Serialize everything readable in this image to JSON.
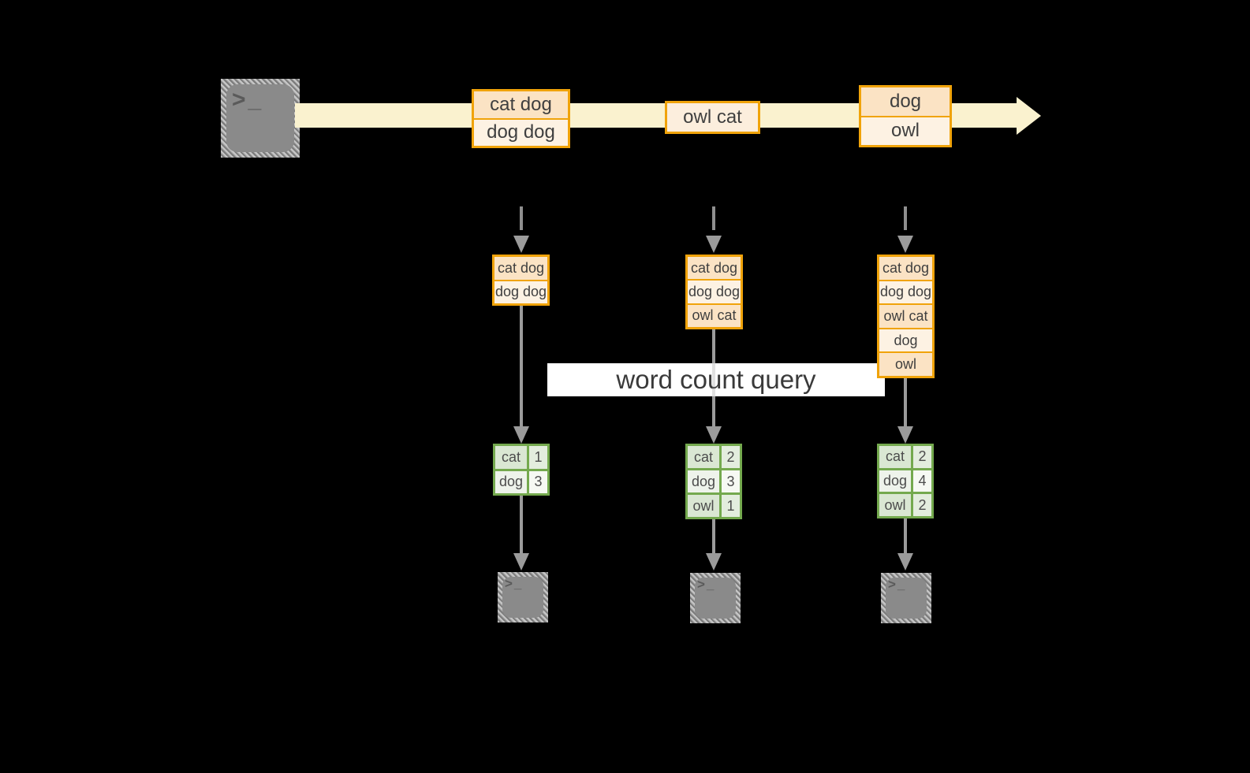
{
  "diagram": {
    "query_label": "word count query",
    "terminal_glyph": ">_",
    "stream_events": [
      {
        "rows": [
          "cat dog",
          "dog dog"
        ]
      },
      {
        "rows": [
          "owl cat"
        ]
      },
      {
        "rows": [
          "dog",
          "owl"
        ]
      }
    ],
    "batches": [
      {
        "rows": [
          "cat dog",
          "dog dog"
        ]
      },
      {
        "rows": [
          "cat dog",
          "dog dog",
          "owl cat"
        ]
      },
      {
        "rows": [
          "cat dog",
          "dog dog",
          "owl cat",
          "dog",
          "owl"
        ]
      }
    ],
    "result_tables": [
      {
        "rows": [
          [
            "cat",
            "1"
          ],
          [
            "dog",
            "3"
          ]
        ]
      },
      {
        "rows": [
          [
            "cat",
            "2"
          ],
          [
            "dog",
            "3"
          ],
          [
            "owl",
            "1"
          ]
        ]
      },
      {
        "rows": [
          [
            "cat",
            "2"
          ],
          [
            "dog",
            "4"
          ],
          [
            "owl",
            "2"
          ]
        ]
      }
    ]
  },
  "colors": {
    "background": "#000000",
    "accent_orange": "#F0A30A",
    "fill_peach": "#FBE3C4",
    "fill_cream": "#FDF2E3",
    "stream_band": "#FAF2CF",
    "accent_green": "#74A94E",
    "fill_green": "#DAE7D3",
    "fill_green_light": "#EEF3EB",
    "arrow_gray": "#9B9B9B",
    "banner_bg": "#FFFFFF"
  }
}
